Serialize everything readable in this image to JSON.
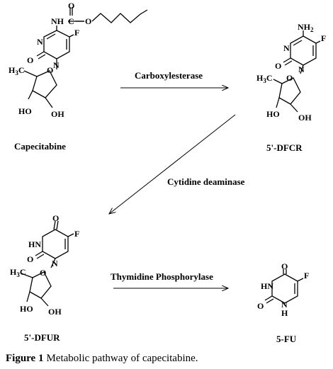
{
  "atoms": {
    "n": "N",
    "o": "O",
    "f": "F",
    "c": "C",
    "nh": "NH",
    "hn": "HN",
    "h": "H",
    "ho": "HO",
    "oh": "OH",
    "h3c_h": "H",
    "h3c_3": "3",
    "h3c_c": "C",
    "nh2_n": "NH",
    "nh2_2": "2",
    "five_c": "C"
  },
  "compounds": {
    "capecitabine": "Capecitabine",
    "dfcr": "5'-DFCR",
    "dfur": "5'-DFUR",
    "fu": "5-FU"
  },
  "enzymes": {
    "carboxylesterase": "Carboxylesterase",
    "cytidine_deaminase": "Cytidine deaminase",
    "thymidine_phosphorylase": "Thymidine Phosphorylase"
  },
  "caption": {
    "label": "Figure 1",
    "text": "Metabolic pathway of capecitabine."
  }
}
